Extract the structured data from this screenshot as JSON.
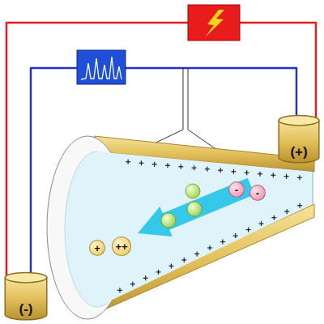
{
  "diagram": {
    "nodes": [
      {
        "text": [
          "(+)"
        ]
      },
      {
        "text": [
          "-"
        ]
      },
      {
        "text": [
          "-"
        ]
      },
      {
        "text": [
          "+"
        ]
      },
      {
        "text": [
          "++"
        ]
      },
      {
        "text": [
          "(-)"
        ]
      }
    ]
  }
}
